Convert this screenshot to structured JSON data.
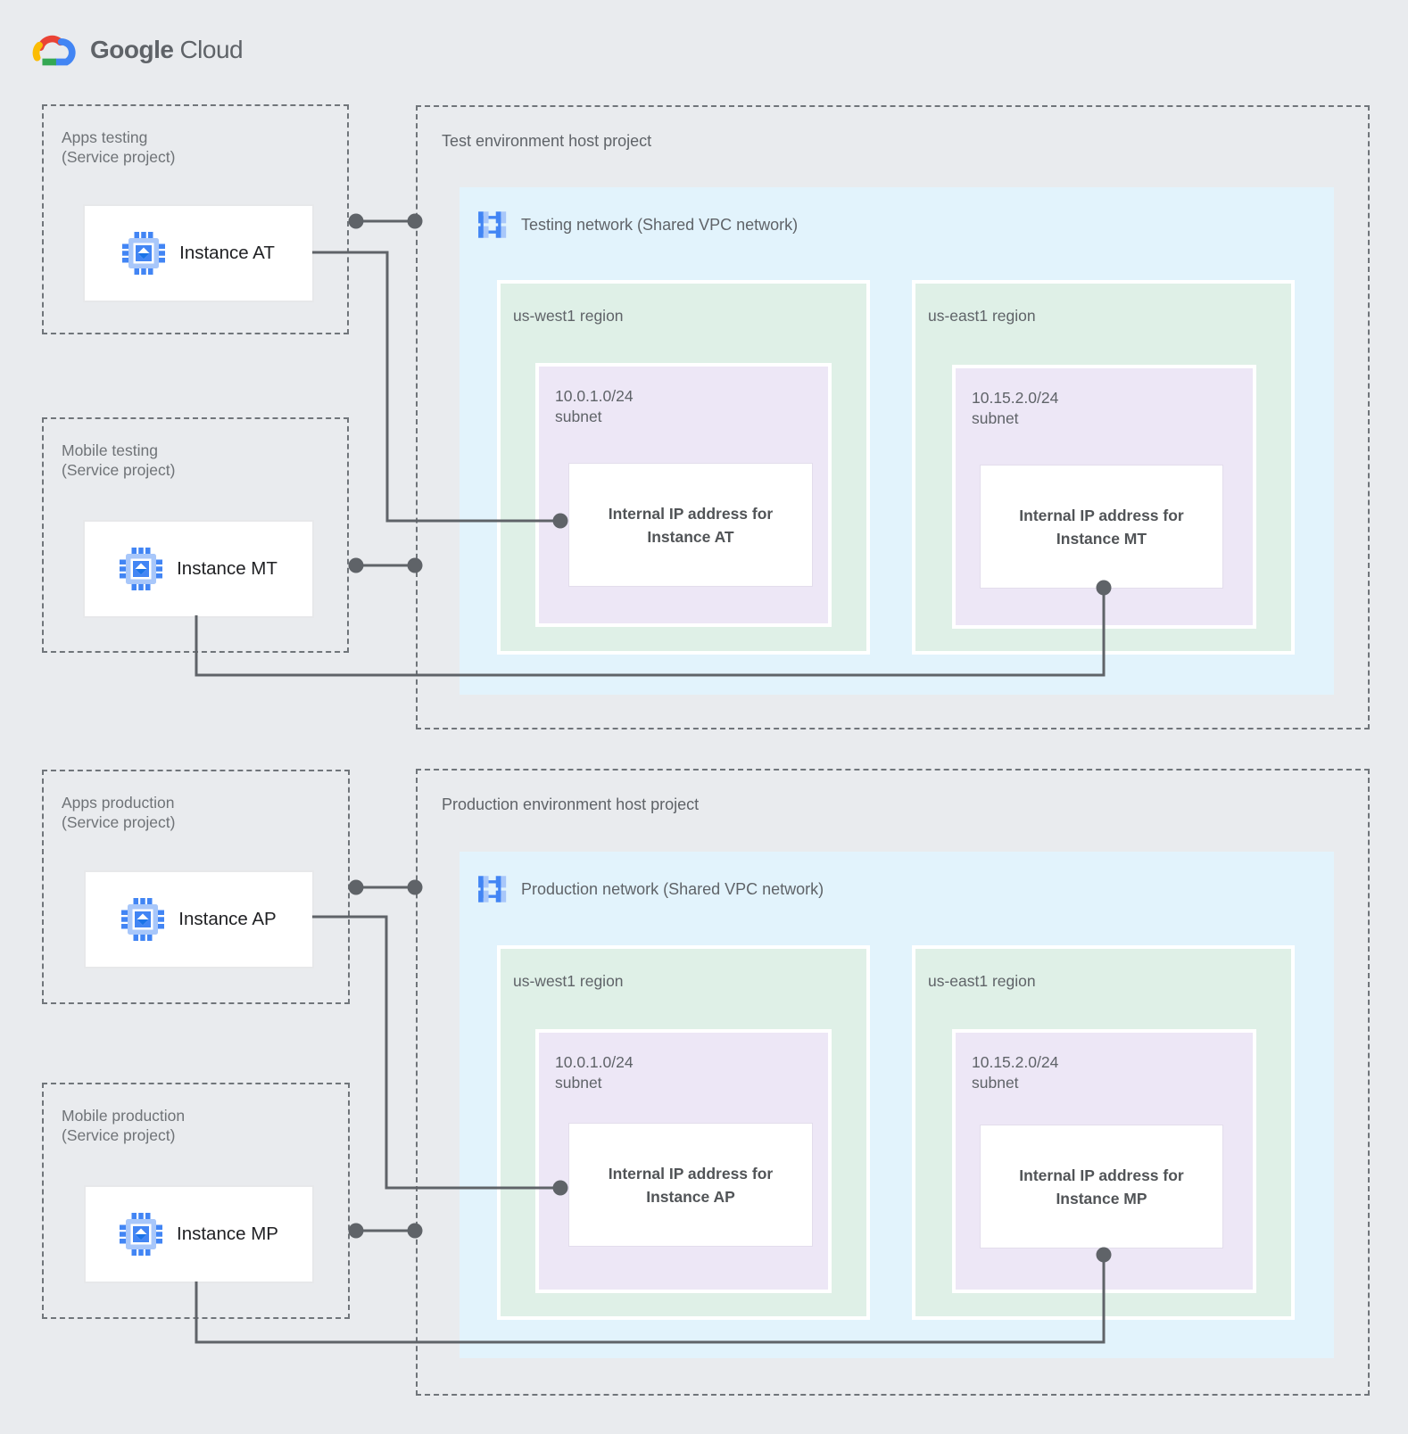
{
  "logo": {
    "brand": "Google",
    "product": "Cloud"
  },
  "colors": {
    "background": "#E9EBEE",
    "network_fill": "#E2F3FC",
    "region_fill": "#DFF0E7",
    "subnet_fill": "#EDE7F6",
    "connector": "#5F6368",
    "google_blue": "#4285F4",
    "google_blue_light": "#A8C7FA",
    "google_red": "#EA4335",
    "google_yellow": "#FBBC04",
    "google_green": "#34A853"
  },
  "icons": {
    "logo": "google-cloud-logo-icon",
    "instance": "compute-engine-chip-icon",
    "network": "vpc-network-icon"
  },
  "test": {
    "host_title": "Test environment host project",
    "network_label": "Testing network (Shared VPC network)",
    "service_projects": [
      {
        "line1": "Apps testing",
        "line2": "(Service project)",
        "instance_label": "Instance AT"
      },
      {
        "line1": "Mobile testing",
        "line2": "(Service project)",
        "instance_label": "Instance MT"
      }
    ],
    "regions": [
      {
        "name": "us-west1 region",
        "cidr": "10.0.1.0/24",
        "subnet_word": "subnet",
        "ip_line1": "Internal IP address for",
        "ip_line2": "Instance AT"
      },
      {
        "name": "us-east1 region",
        "cidr": "10.15.2.0/24",
        "subnet_word": "subnet",
        "ip_line1": "Internal IP address for",
        "ip_line2": "Instance MT"
      }
    ]
  },
  "production": {
    "host_title": "Production environment host project",
    "network_label": "Production network (Shared VPC network)",
    "service_projects": [
      {
        "line1": "Apps production",
        "line2": "(Service project)",
        "instance_label": "Instance AP"
      },
      {
        "line1": "Mobile production",
        "line2": "(Service project)",
        "instance_label": "Instance MP"
      }
    ],
    "regions": [
      {
        "name": "us-west1 region",
        "cidr": "10.0.1.0/24",
        "subnet_word": "subnet",
        "ip_line1": "Internal IP address for",
        "ip_line2": "Instance AP"
      },
      {
        "name": "us-east1 region",
        "cidr": "10.15.2.0/24",
        "subnet_word": "subnet",
        "ip_line1": "Internal IP address for",
        "ip_line2": "Instance MP"
      }
    ]
  }
}
